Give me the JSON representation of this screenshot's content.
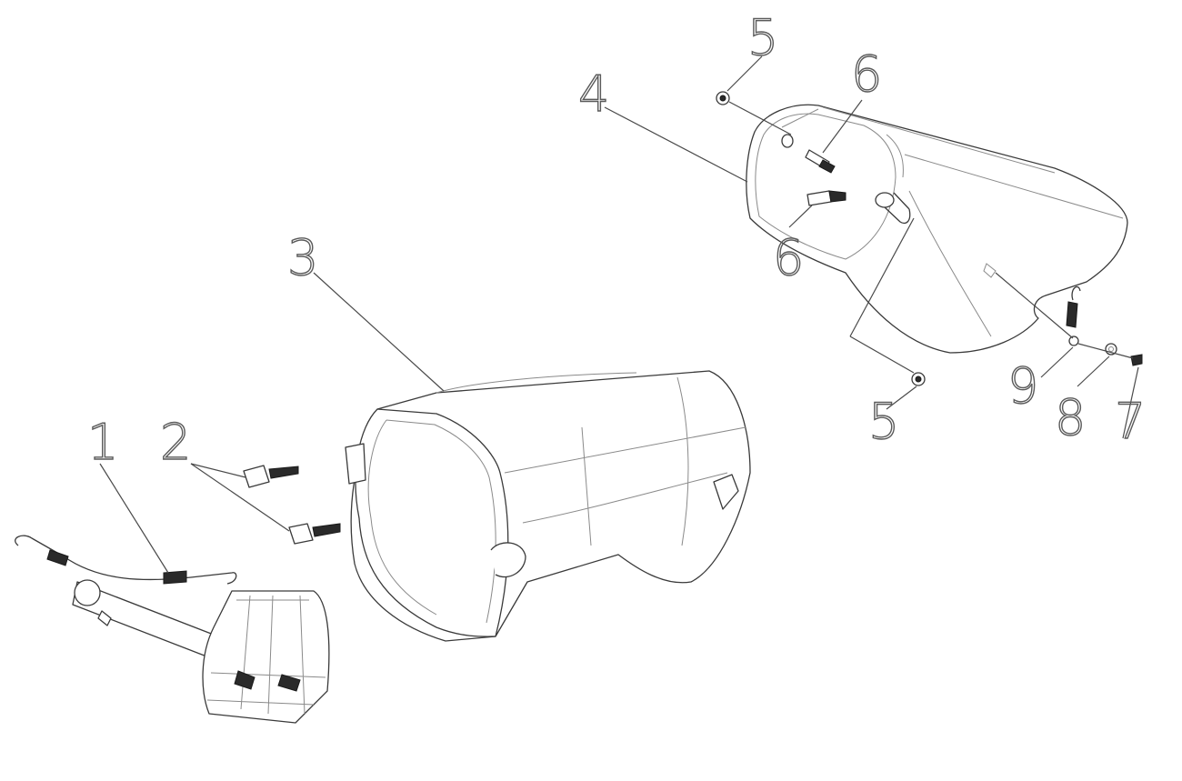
{
  "diagram": {
    "callouts": [
      {
        "id": "c1",
        "label": "1"
      },
      {
        "id": "c2",
        "label": "2"
      },
      {
        "id": "c3",
        "label": "3"
      },
      {
        "id": "c4",
        "label": "4"
      },
      {
        "id": "c5a",
        "label": "5"
      },
      {
        "id": "c5b",
        "label": "5"
      },
      {
        "id": "c6a",
        "label": "6"
      },
      {
        "id": "c6b",
        "label": "6"
      },
      {
        "id": "c7",
        "label": "7"
      },
      {
        "id": "c8",
        "label": "8"
      },
      {
        "id": "c9",
        "label": "9"
      }
    ]
  }
}
